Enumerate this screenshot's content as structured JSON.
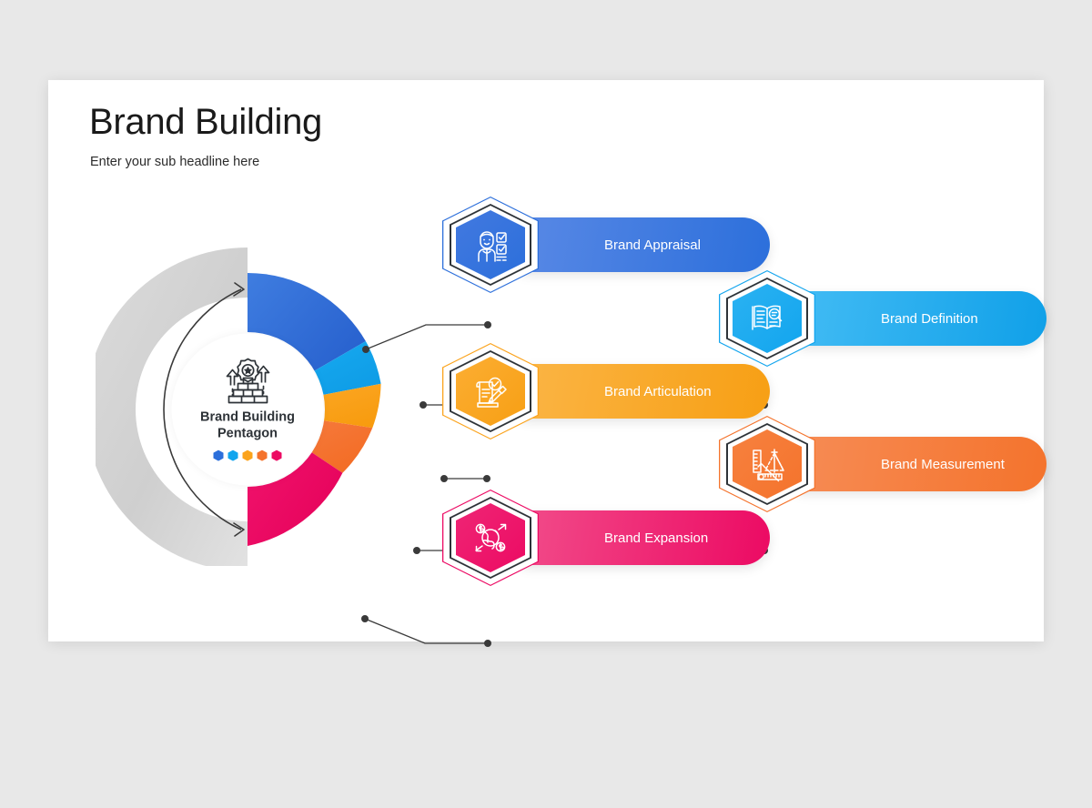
{
  "slide": {
    "title": "Brand Building",
    "subtitle": "Enter your sub headline here",
    "background_color": "#e8e8e8",
    "card_color": "#ffffff"
  },
  "center": {
    "icon": "brick-pyramid-award-icon",
    "line1": "Brand Building",
    "line2": "Pentagon",
    "dots": [
      "#2c6fdb",
      "#12a5ee",
      "#fba31c",
      "#f4732c",
      "#ec0a63"
    ]
  },
  "wheel": {
    "track_color": "#d2d2d2",
    "arrow_color": "#3a3a3a",
    "segments": [
      {
        "label": "Brand Appraisal",
        "color": "#2c6fdb"
      },
      {
        "label": "Brand Definition",
        "color": "#12a5ee"
      },
      {
        "label": "Brand Articulation",
        "color": "#fba31c"
      },
      {
        "label": "Brand Measurement",
        "color": "#f4732c"
      },
      {
        "label": "Brand Expansion",
        "color": "#ec0a63"
      }
    ]
  },
  "items": [
    {
      "label": "Brand Appraisal",
      "icon": "person-checklist-icon",
      "color": "#2c6fdb",
      "gradient_from": "#5b8ae6",
      "gradient_to": "#2c6fdb"
    },
    {
      "label": "Brand Definition",
      "icon": "book-magnifier-icon",
      "color": "#12a5ee",
      "gradient_from": "#45bdf5",
      "gradient_to": "#10a0e8"
    },
    {
      "label": "Brand Articulation",
      "icon": "document-pen-icon",
      "color": "#fba31c",
      "gradient_from": "#fbb648",
      "gradient_to": "#f79f14"
    },
    {
      "label": "Brand Measurement",
      "icon": "ruler-compass-icon",
      "color": "#f4732c",
      "gradient_from": "#f78d57",
      "gradient_to": "#f4732c"
    },
    {
      "label": "Brand Expansion",
      "icon": "globe-dollar-arrows-icon",
      "color": "#ec0a63",
      "gradient_from": "#f2508c",
      "gradient_to": "#ec0a63"
    }
  ]
}
